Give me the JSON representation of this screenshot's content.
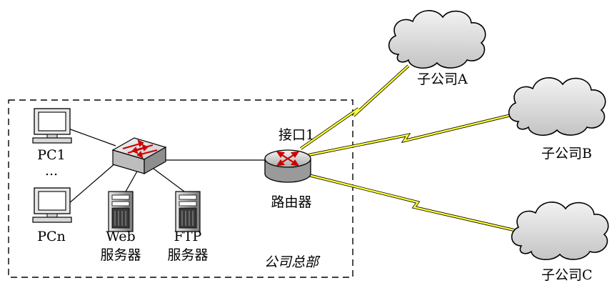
{
  "diagram": {
    "headquarters_label": "公司总部",
    "router": {
      "interface_label": "接口1",
      "name": "路由器"
    },
    "pcs": [
      {
        "label": "PC1"
      },
      {
        "label": "PCn"
      }
    ],
    "pc_ellipsis": "...",
    "servers": [
      {
        "line1": "Web",
        "line2": "服务器"
      },
      {
        "line1": "FTP",
        "line2": "服务器"
      }
    ],
    "branches": [
      {
        "label": "子公司A"
      },
      {
        "label": "子公司B"
      },
      {
        "label": "子公司C"
      }
    ],
    "colors": {
      "wan_link": "#ffff33",
      "router_arrows": "#cc0000",
      "cloud_fill": "#d9d9d9",
      "lines": "#000000"
    },
    "icons": [
      "pc-icon",
      "switch-icon",
      "server-icon",
      "router-icon",
      "cloud-icon",
      "lightning-link"
    ]
  }
}
